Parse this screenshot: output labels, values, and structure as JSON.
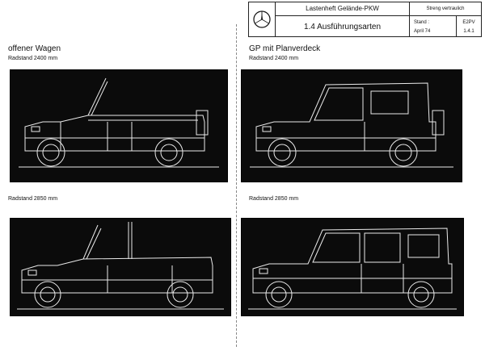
{
  "header": {
    "logo_icon": "mercedes-star-icon",
    "doc_title": "Lastenheft Gelände-PKW",
    "section_title": "1.4 Ausführungsarten",
    "classification": "Streng vertraulich",
    "stand_label": "Stand :",
    "stand_date": "April 74",
    "doc_code": "E2PV",
    "doc_number": "1.4.1"
  },
  "left": {
    "heading": "offener Wagen",
    "top_caption": "Radstand 2400 mm",
    "bottom_caption": "Radstand 2850 mm"
  },
  "right": {
    "heading": "GP mit Planverdeck",
    "top_caption": "Radstand 2400 mm",
    "bottom_caption": "Radstand 2850 mm"
  },
  "colors": {
    "panel_bg": "#0b0b0b",
    "line": "#eaeaea"
  }
}
